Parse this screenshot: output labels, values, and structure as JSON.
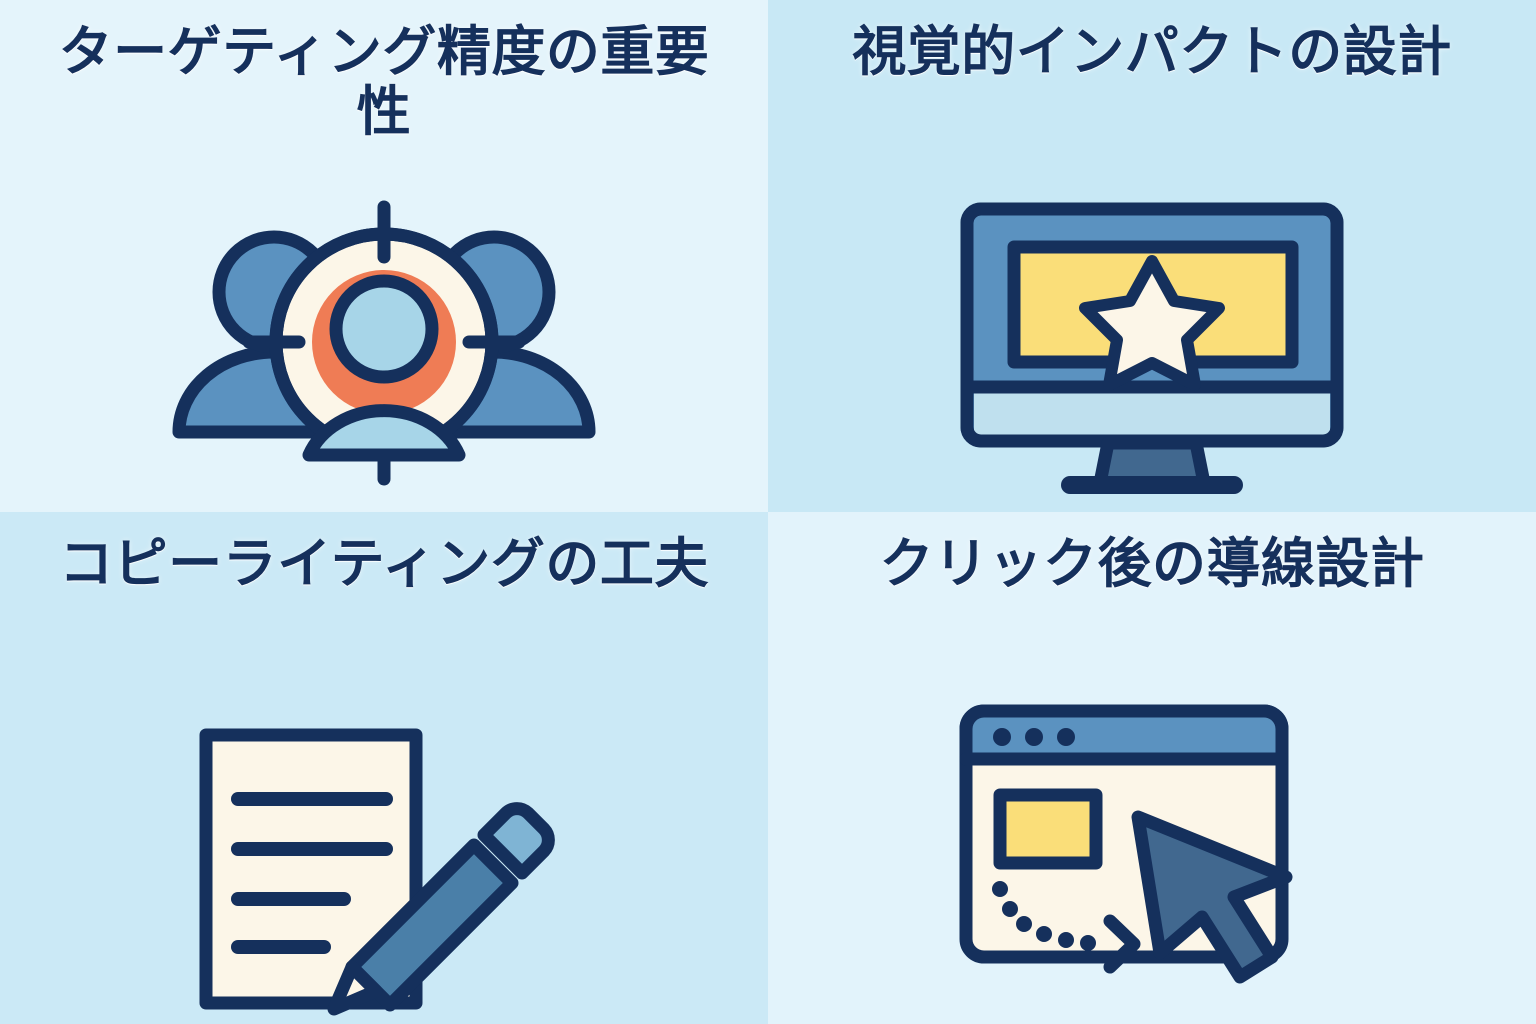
{
  "page": {
    "layout": "2x2-grid",
    "text_color": "#15305c",
    "accent_orange": "#ef7c55",
    "accent_yellow": "#fade79",
    "accent_cream": "#fcf6e8",
    "accent_blue_mid": "#5b92c0",
    "accent_blue_light": "#a7d5e8",
    "accent_blue_steel": "#41688f",
    "outline": "#15305c"
  },
  "cards": [
    {
      "id": "targeting-accuracy",
      "title": "ターゲティング精度の重要性",
      "background": "#e4f4fb",
      "icon_name": "audience-target-icon"
    },
    {
      "id": "visual-impact",
      "title": "視覚的インパクトの設計",
      "background": "#c8e8f5",
      "icon_name": "monitor-star-icon"
    },
    {
      "id": "copywriting",
      "title": "コピーライティングの工夫",
      "background": "#cbe9f6",
      "icon_name": "document-pencil-icon"
    },
    {
      "id": "post-click-flow",
      "title": "クリック後の導線設計",
      "background": "#e2f3fb",
      "icon_name": "browser-cursor-icon"
    }
  ]
}
